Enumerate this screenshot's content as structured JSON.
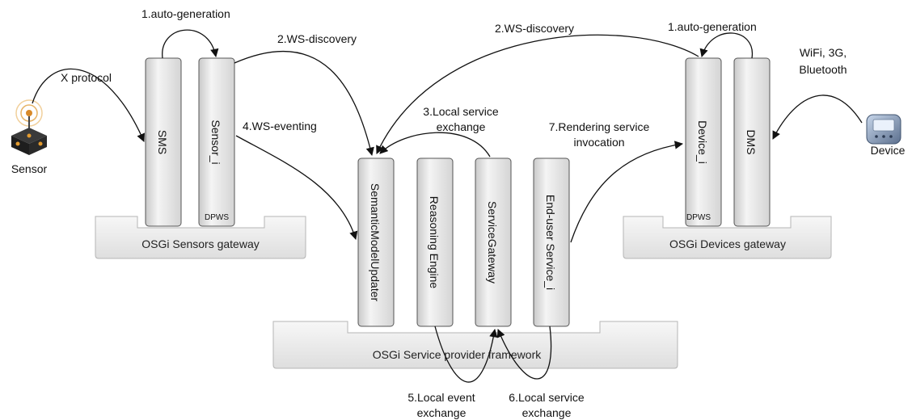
{
  "nodes": {
    "sensor": "Sensor",
    "device": "Device"
  },
  "gateways": {
    "sensors": "OSGi Sensors gateway",
    "devices": "OSGi Devices gateway",
    "provider": "OSGi Service provider framework"
  },
  "components": {
    "sms": "SMS",
    "sensor_i": "Sensor_i",
    "device_i": "Device_i",
    "dms": "DMS",
    "semantic_model_updater": "SemanticModelUpdater",
    "reasoning_engine": "Reasoning Engine",
    "service_gateway": "ServiceGateway",
    "end_user_service": "End-user Service_i"
  },
  "tags": {
    "dpws_left": "DPWS",
    "dpws_right": "DPWS"
  },
  "labels": {
    "x_protocol": "X protocol",
    "auto_gen_left": "1.auto-generation",
    "auto_gen_right": "1.auto-generation",
    "ws_discovery_left": "2.WS-discovery",
    "ws_discovery_right": "2.WS-discovery",
    "local_service_exchange_3a": "3.Local service",
    "local_service_exchange_3b": "exchange",
    "ws_eventing": "4.WS-eventing",
    "local_event_exchange_a": "5.Local event",
    "local_event_exchange_b": "exchange",
    "local_service_exchange_6a": "6.Local service",
    "local_service_exchange_6b": "exchange",
    "rendering_a": "7.Rendering service",
    "rendering_b": "invocation",
    "wireless_a": "WiFi, 3G,",
    "wireless_b": "Bluetooth"
  }
}
